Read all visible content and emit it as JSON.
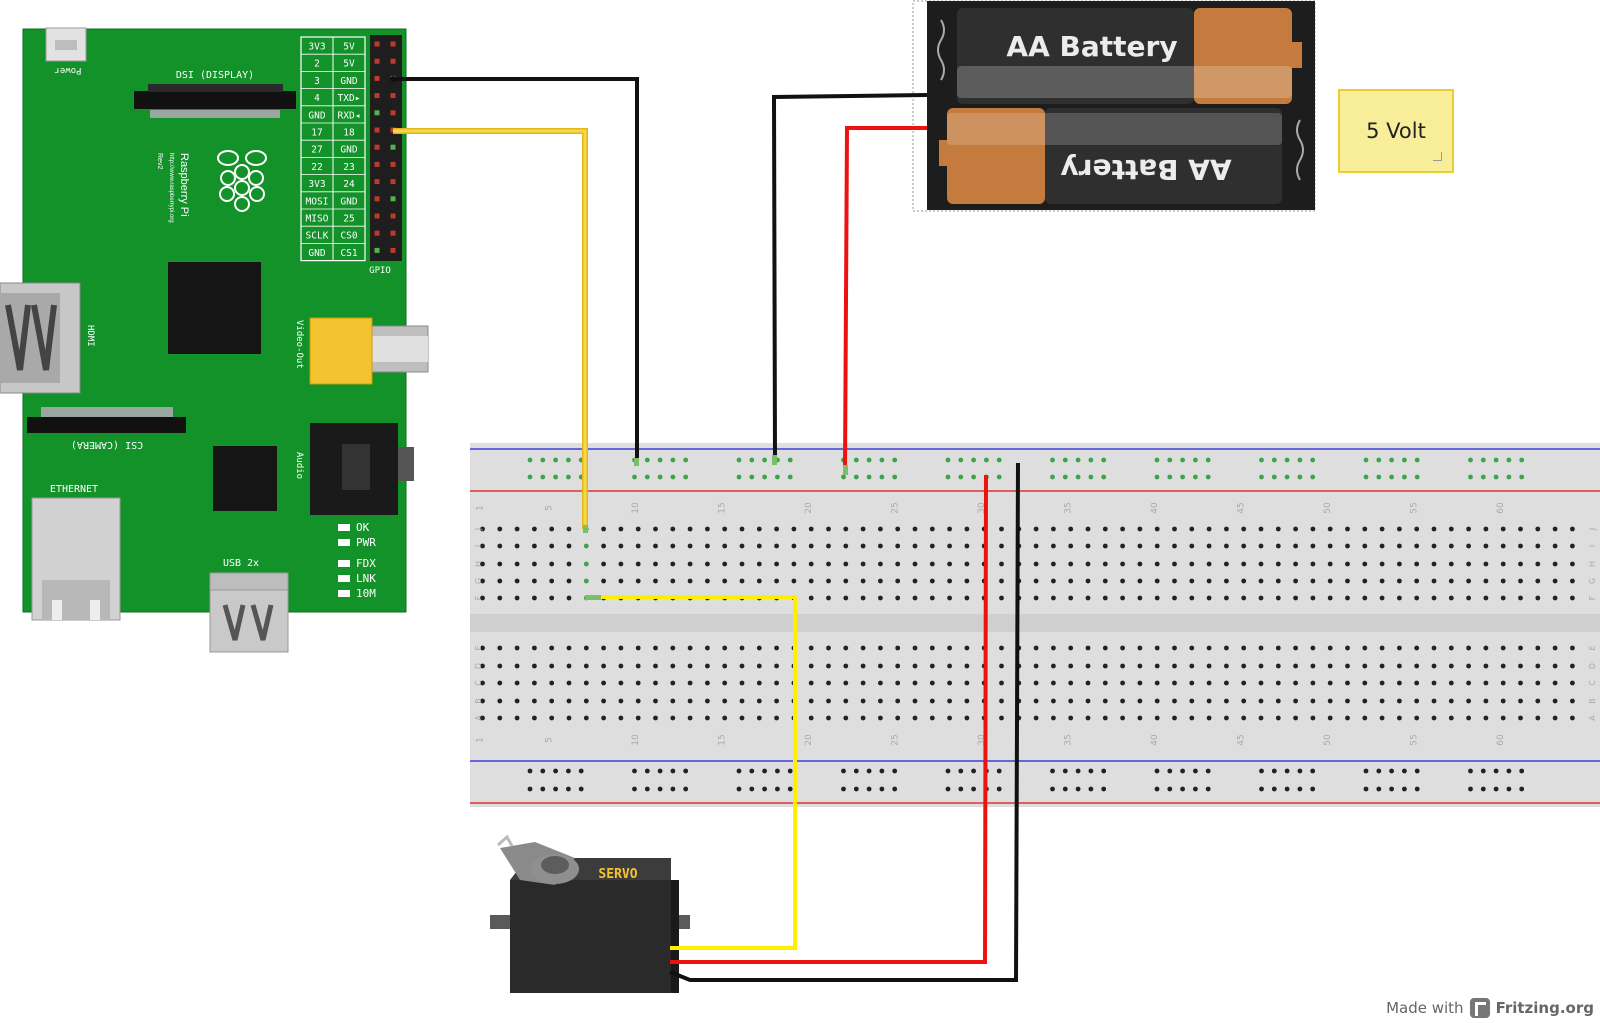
{
  "raspberry_pi": {
    "power_label": "Power",
    "dsi_label": "DSI (DISPLAY)",
    "brand": "Raspberry Pi",
    "url": "http://www.raspberrypi.org",
    "rev": "Rev2",
    "hdmi_label": "HDMI",
    "video_label": "Video-Out",
    "audio_label": "Audio",
    "csi_label": "CSI (CAMERA)",
    "ethernet_label": "ETHERNET",
    "usb_label": "USB 2x",
    "gpio_label": "GPIO",
    "gpio_table": [
      [
        "3V3",
        "5V"
      ],
      [
        "2",
        "5V"
      ],
      [
        "3",
        "GND"
      ],
      [
        "4",
        "TXD▸"
      ],
      [
        "GND",
        "RXD◂"
      ],
      [
        "17",
        "18"
      ],
      [
        "27",
        "GND"
      ],
      [
        "22",
        "23"
      ],
      [
        "3V3",
        "24"
      ],
      [
        "MOSI",
        "GND"
      ],
      [
        "MISO",
        "25"
      ],
      [
        "SCLK",
        "CS0"
      ],
      [
        "GND",
        "CS1"
      ]
    ],
    "leds": [
      "OK",
      "PWR",
      "FDX",
      "LNK",
      "10M"
    ]
  },
  "battery_pack": {
    "top_label": "AA Battery",
    "bottom_label": "AA Battery"
  },
  "note": {
    "text": "5 Volt"
  },
  "breadboard": {
    "column_numbers": [
      "1",
      "5",
      "10",
      "15",
      "20",
      "25",
      "30",
      "35",
      "40",
      "45",
      "50",
      "55",
      "60"
    ],
    "rows_top": [
      "J",
      "I",
      "H",
      "G",
      "F"
    ],
    "rows_bottom": [
      "E",
      "D",
      "C",
      "B",
      "A"
    ]
  },
  "servo": {
    "label": "SERVO"
  },
  "footer": {
    "made_with": "Made with",
    "brand": "Fritzing.org"
  },
  "colors": {
    "pcb_green": "#13922a",
    "wire_black": "#111111",
    "wire_yellow": "#f2cf2b",
    "wire_yellow_bright": "#ffee00",
    "wire_red": "#ee1111",
    "breadboard": "#dedede",
    "rail_blue": "#3d3ddb",
    "rail_red": "#e03232",
    "note_bg": "#f8ee99"
  },
  "icons": [
    "raspberry-logo-icon",
    "fritzing-logo-icon"
  ]
}
